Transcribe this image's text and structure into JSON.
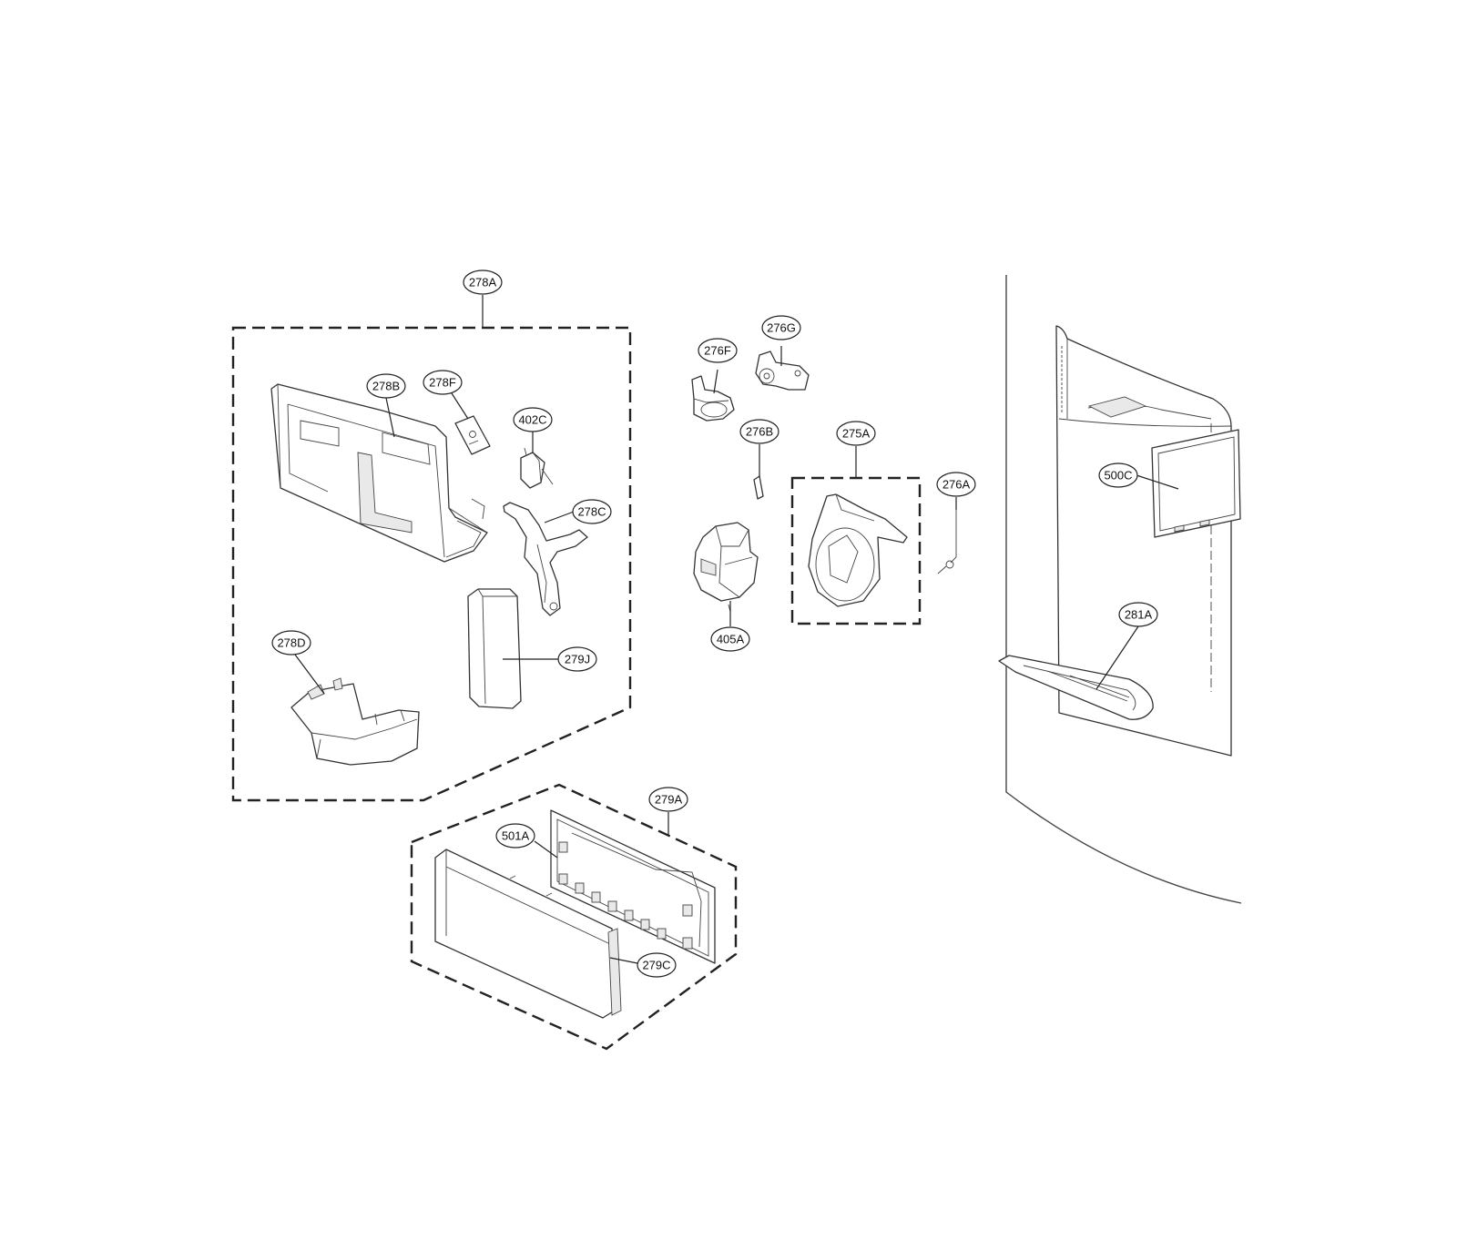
{
  "diagram": {
    "callouts": {
      "c278A": "278A",
      "c278B": "278B",
      "c278F": "278F",
      "c402C": "402C",
      "c278C": "278C",
      "c278D": "278D",
      "c279J": "279J",
      "c276F": "276F",
      "c276G": "276G",
      "c276B": "276B",
      "c275A": "275A",
      "c276A": "276A",
      "c405A": "405A",
      "c500C": "500C",
      "c281A": "281A",
      "c279A": "279A",
      "c501A": "501A",
      "c279C": "279C"
    }
  }
}
